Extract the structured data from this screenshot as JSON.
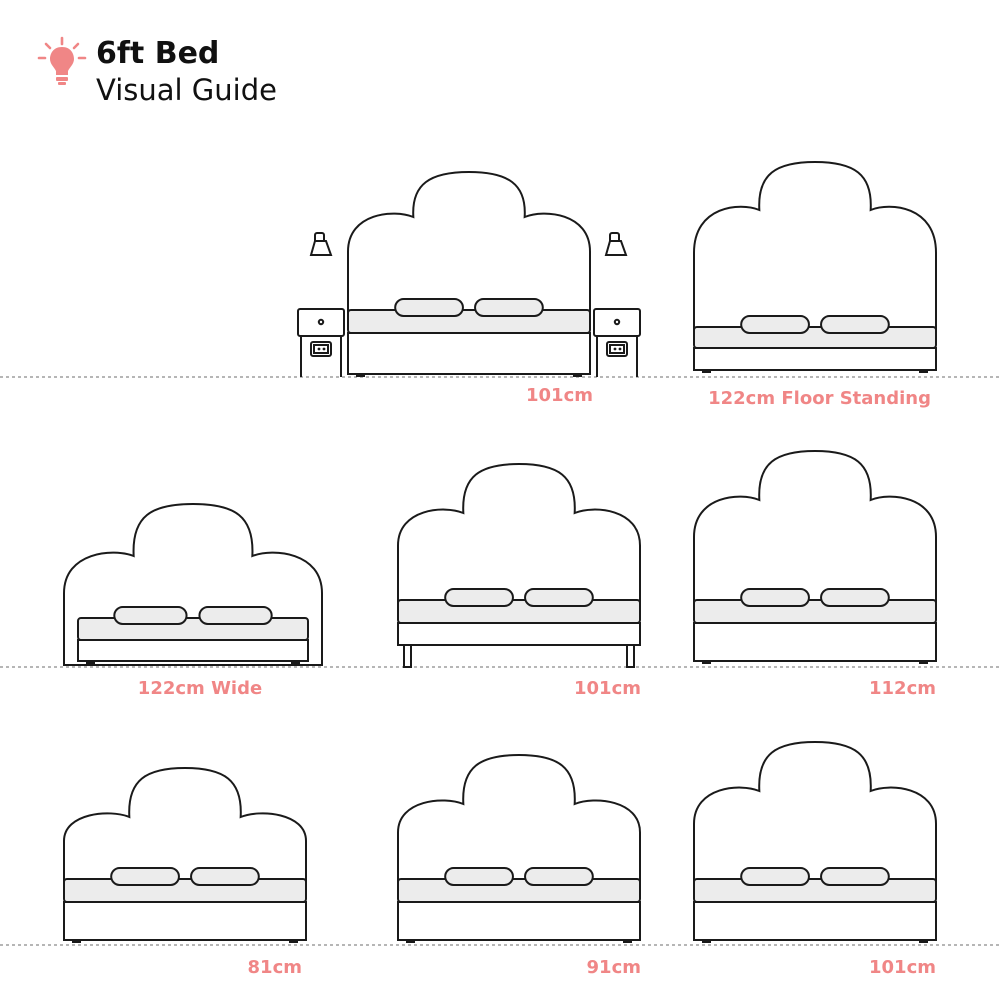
{
  "header": {
    "title": "6ft Bed",
    "subtitle": "Visual Guide",
    "icon": "lightbulb-icon",
    "accent_color": "#f08686"
  },
  "beds": [
    {
      "label": "101cm"
    },
    {
      "label": "122cm Floor Standing"
    },
    {
      "label": "122cm Wide"
    },
    {
      "label": "101cm"
    },
    {
      "label": "112cm"
    },
    {
      "label": "81cm"
    },
    {
      "label": "91cm"
    },
    {
      "label": "101cm"
    }
  ]
}
